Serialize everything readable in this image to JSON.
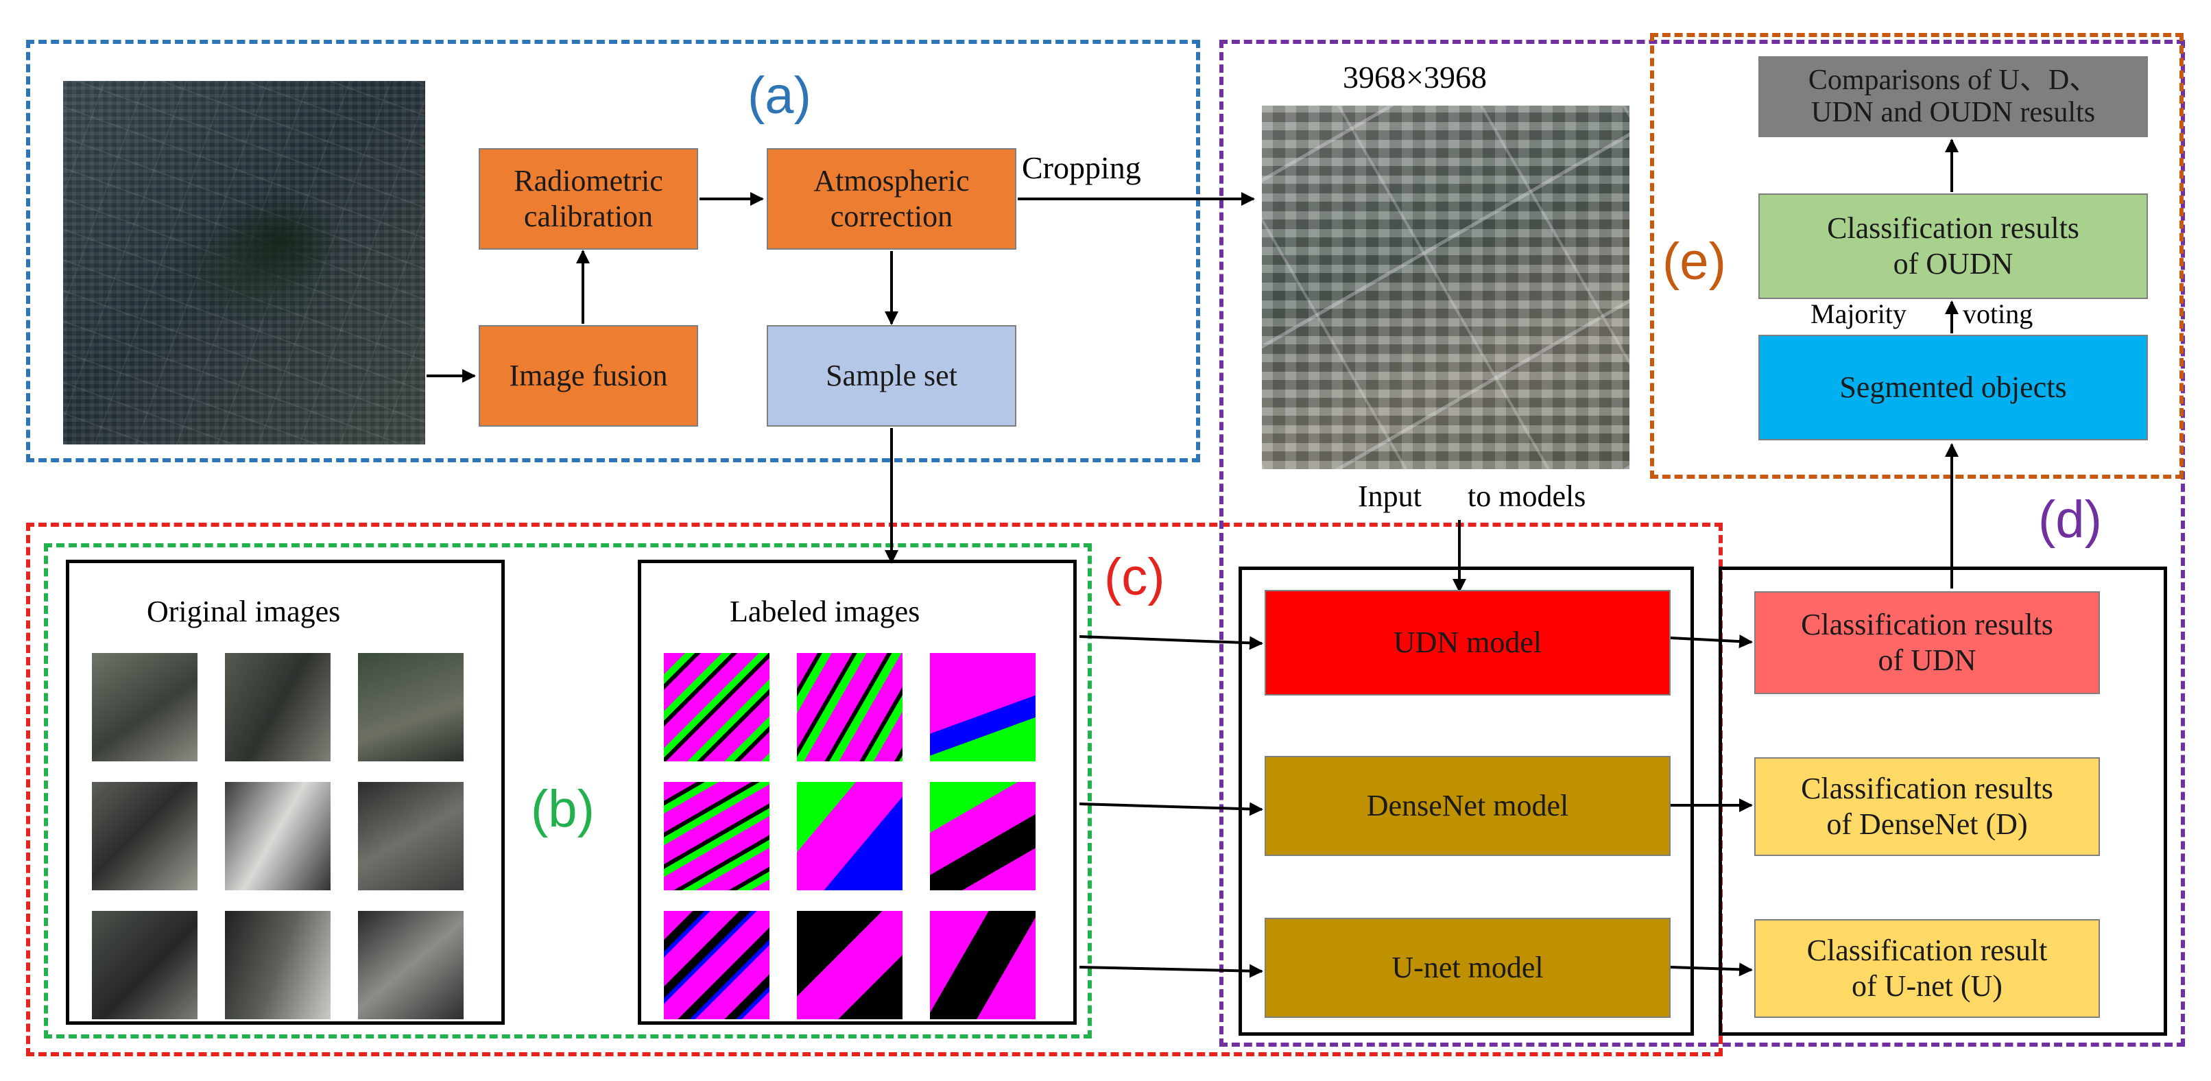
{
  "colors": {
    "box_a": "#2e75b6",
    "box_b": "#22b14c",
    "box_c": "#e52420",
    "box_d": "#7030a0",
    "box_e": "#c55a11",
    "orange_node": "#ed7d31",
    "sample_node": "#b4c7e7",
    "udn_node": "#ff0000",
    "model_node": "#bf9000",
    "result_udn": "#ff6666",
    "result_yellow": "#ffd966",
    "oudn_node": "#a9d18e",
    "segmented_node": "#00b0f0",
    "compare_node": "#7f7f7f",
    "label_magenta": "#ff00ff",
    "label_green": "#00ff00",
    "label_blue": "#0000ff"
  },
  "panels": {
    "a": "(a)",
    "b": "(b)",
    "c": "(c)",
    "d": "(d)",
    "e": "(e)"
  },
  "preprocessing": {
    "radiometric": "Radiometric\ncalibration",
    "atmospheric": "Atmospheric\ncorrection",
    "fusion": "Image fusion",
    "sample_set": "Sample set",
    "cropping": "Cropping"
  },
  "study_area": {
    "size_label": "3968×3968",
    "input_label_1": "Input",
    "input_label_2": "to models"
  },
  "samples": {
    "original_title": "Original images",
    "labeled_title": "Labeled images"
  },
  "models": {
    "udn": "UDN model",
    "densenet": "DenseNet model",
    "unet": "U-net model"
  },
  "results": {
    "udn": "Classification results\nof UDN",
    "densenet": "Classification results\nof DenseNet (D)",
    "unet": "Classification result\nof U-net (U)"
  },
  "ensemble": {
    "segmented": "Segmented objects",
    "majority": "Majority",
    "voting": "voting",
    "oudn": "Classification results\nof OUDN",
    "comparison": "Comparisons of U、D、\nUDN and OUDN results"
  }
}
